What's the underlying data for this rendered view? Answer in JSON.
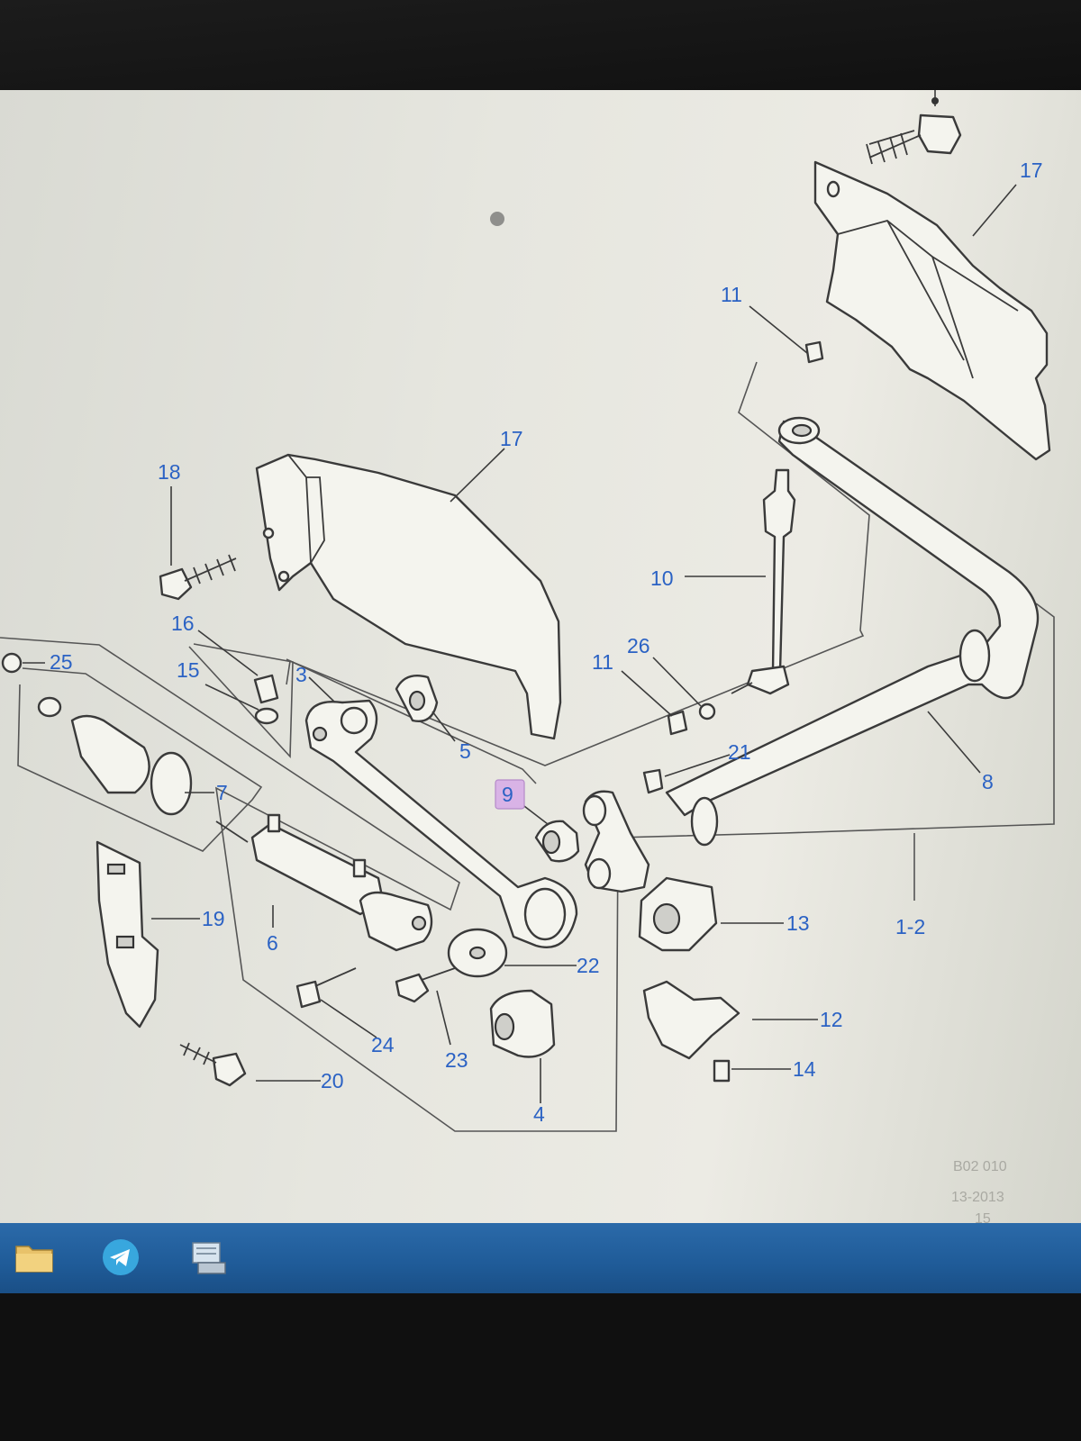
{
  "diagram": {
    "callouts": [
      {
        "id": "c17a",
        "text": "17"
      },
      {
        "id": "c11a",
        "text": "11"
      },
      {
        "id": "c17b",
        "text": "17"
      },
      {
        "id": "c18",
        "text": "18"
      },
      {
        "id": "c10",
        "text": "10"
      },
      {
        "id": "c26",
        "text": "26"
      },
      {
        "id": "c11b",
        "text": "11"
      },
      {
        "id": "c16",
        "text": "16"
      },
      {
        "id": "c15",
        "text": "15"
      },
      {
        "id": "c25",
        "text": "25"
      },
      {
        "id": "c3",
        "text": "3"
      },
      {
        "id": "c5",
        "text": "5"
      },
      {
        "id": "c21",
        "text": "21"
      },
      {
        "id": "c8",
        "text": "8"
      },
      {
        "id": "c9",
        "text": "9"
      },
      {
        "id": "c7",
        "text": "7"
      },
      {
        "id": "c19",
        "text": "19"
      },
      {
        "id": "c6",
        "text": "6"
      },
      {
        "id": "c13",
        "text": "13"
      },
      {
        "id": "c12",
        "text": "12"
      },
      {
        "id": "c12b",
        "text": "1-2"
      },
      {
        "id": "c22",
        "text": "22"
      },
      {
        "id": "c24",
        "text": "24"
      },
      {
        "id": "c23",
        "text": "23"
      },
      {
        "id": "c14",
        "text": "14"
      },
      {
        "id": "c20",
        "text": "20"
      },
      {
        "id": "c4",
        "text": "4"
      }
    ],
    "watermark": {
      "code": "B02 010",
      "date": "13-2013",
      "page": "15"
    }
  },
  "taskbar": {
    "icons": [
      {
        "name": "file-explorer-icon"
      },
      {
        "name": "telegram-icon"
      },
      {
        "name": "network-drive-icon"
      }
    ]
  },
  "colors": {
    "callout": "#2b62c4",
    "taskbar": "#2563a3",
    "highlight": "#d9b3e6"
  }
}
